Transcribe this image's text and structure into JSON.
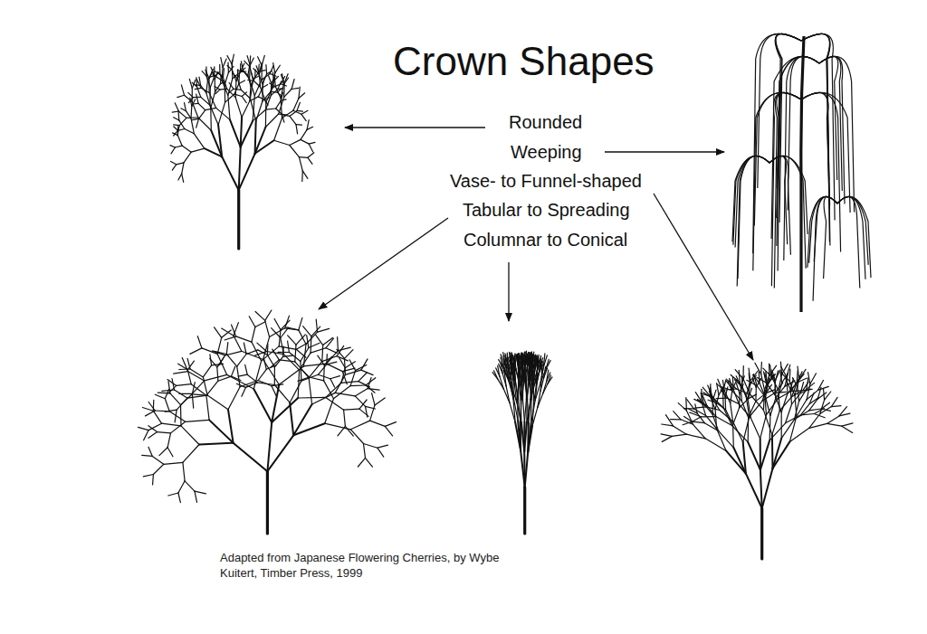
{
  "diagram": {
    "title": "Crown Shapes",
    "caption": "Adapted from Japanese Flowering Cherries, by Wybe Kuitert, Timber Press, 1999",
    "labels": [
      "Rounded",
      "Weeping",
      "Vase- to Funnel-shaped",
      "Tabular to Spreading",
      "Columnar to Conical"
    ]
  }
}
